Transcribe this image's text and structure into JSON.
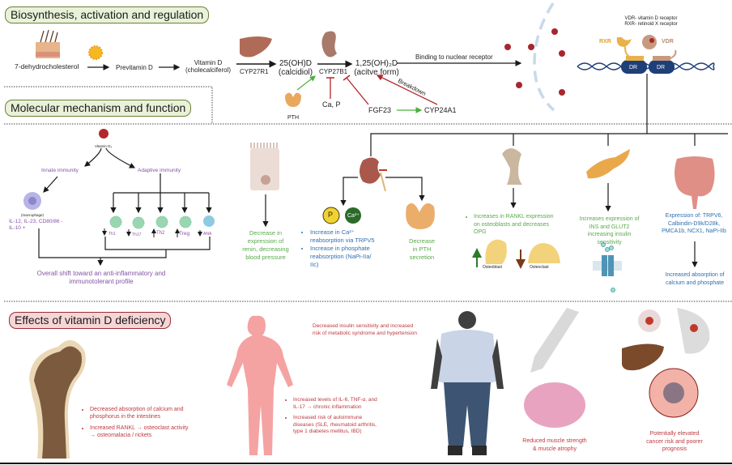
{
  "sections": {
    "biosynthesis": "Biosynthesis, activation and regulation",
    "molecular": "Molecular mechanism and function",
    "deficiency": "Effects of vitamin D deficiency"
  },
  "pathway": {
    "precursor": "7-dehydrocholesterol",
    "previtamin": "Previtamin D",
    "vitamin_d": "Vitamin D",
    "vitamin_d_sub": "(cholecalciferol)",
    "enzyme1": "CYP27R1",
    "calcidiol": "25(OH)D",
    "calcidiol_sub": "(calcidiol)",
    "enzyme2": "CYP27B1",
    "active": "1,25(OH)₂D",
    "active_sub": "(acitve form)",
    "binding": "Binding to nuclear receptor",
    "pth": "PTH",
    "ca_p": "Ca, P",
    "fgf23": "FGF23",
    "cyp24": "CYP24A1",
    "breakdown": "Breakdown"
  },
  "receptor": {
    "legend_line1": "VDR- vitamin D receptor",
    "legend_line2": "RXR- retinoid X receptor",
    "rxr": "RXR",
    "vdr": "VDR",
    "dr1": "DR",
    "dr2": "DR"
  },
  "immune": {
    "vitamin_label": "Vitamin D₃",
    "innate": "Innate immunity",
    "adaptive": "Adaptive immunity",
    "macrophage": "(macrophage)",
    "cytokines_line1": "IL-12, IL-23, CD80/86 -",
    "cytokines_line2": "IL-10 +",
    "cells": [
      {
        "label": "Th1",
        "direction": "down"
      },
      {
        "label": "Th17",
        "direction": "down"
      },
      {
        "label": "Th2",
        "direction": "up"
      },
      {
        "label": "Treg",
        "direction": "up"
      },
      {
        "label": "ANA",
        "direction": "down"
      }
    ],
    "summary_line1": "Overall shift toward an anti-inflammatory and",
    "summary_line2": "immunotolerant profile"
  },
  "effects": {
    "renin": [
      "Decrease in",
      "expression of",
      "renin, decreasing",
      "blood pressure"
    ],
    "kidney_p": "P",
    "kidney_ca": "Ca²⁺",
    "kidney_bullets": [
      [
        "Increase in Ca²⁺",
        "reabsorption via TRPV5"
      ],
      [
        "Increase in phosphate",
        "reabsorption (NaPi-IIa/",
        "IIc)"
      ]
    ],
    "pth": [
      "Decrease",
      "in PTH",
      "secretion"
    ],
    "bone_bullet": [
      "Increases in RANKL expression",
      "on osteoblasts and decreases",
      "OPG"
    ],
    "osteoblast": "Osteoblast",
    "osteoclast": "Osteoclast",
    "pancreas": [
      "Increases expression of",
      "INS and GLUT2",
      "increasing insulin",
      "sensitivity"
    ],
    "intestine": [
      "Expression of: TRPV6,",
      "Calbindin-D9k/D28k,",
      "PMCA1b, NCX1, NaPi-IIb"
    ],
    "intestine_result": [
      "Increased absorption of",
      "calcium and phosphate"
    ]
  },
  "deficiency": {
    "bone_bullets": [
      [
        "Decreased absorption of calcium and",
        "phosphorus in the intestines"
      ],
      [
        "Increased RANKL → osteoclast activity",
        "→ osteomalacia / rickets"
      ]
    ],
    "immune_bullets": [
      [
        "Increased levels of IL-6, TNF-α, and",
        "IL-17 → chronic inflammation"
      ],
      [
        "Increased risk of autoimmune",
        "diseases (SLE, rheumatoid arthritis,",
        "type 1 diabetes mellitus, IBD)"
      ]
    ],
    "metabolic": [
      "Decreased insulin sensitivity and increased",
      "risk of metabolic syndrome and hypertension"
    ],
    "muscle": [
      "Reduced muscle strength",
      "& muscle atrophy"
    ],
    "cancer": [
      "Potentially elevated",
      "cancer risk and poorer",
      "prognosis"
    ]
  },
  "colors": {
    "green_text": "#5aa94c",
    "blue_text": "#2f6fb1",
    "purple_text": "#8455a8",
    "red_text": "#c0393f",
    "green_arrow": "#4caf3c",
    "red_arrow": "#b3262d",
    "dna": "#1f3f78"
  }
}
